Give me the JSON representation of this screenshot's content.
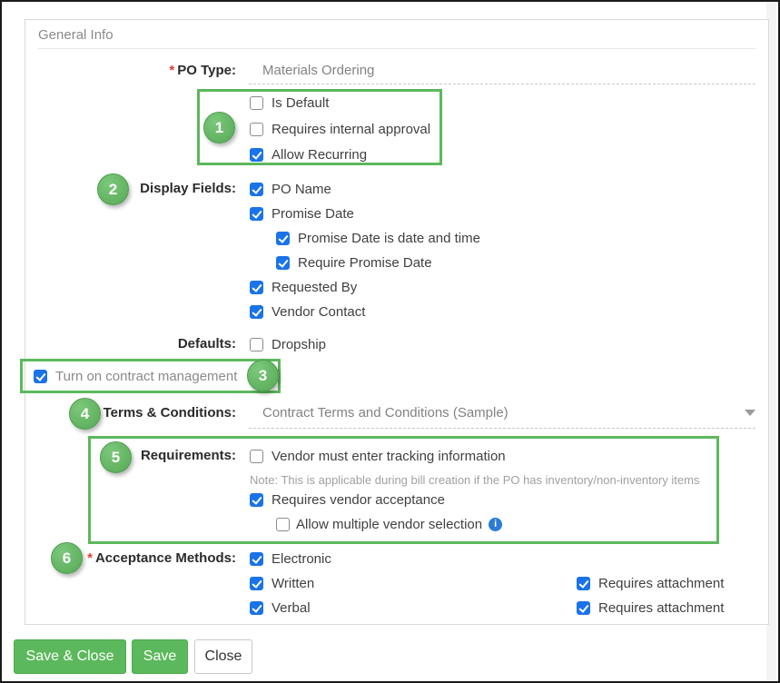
{
  "misc": {
    "required_marker": "*",
    "info_icon_glyph": "i"
  },
  "panel": {
    "title": "General Info"
  },
  "po_type": {
    "label": "PO Type:",
    "value": "Materials Ordering"
  },
  "group1": {
    "badge": "1",
    "items": [
      {
        "label": "Is Default",
        "checked": false
      },
      {
        "label": "Requires internal approval",
        "checked": false
      },
      {
        "label": "Allow Recurring",
        "checked": true
      }
    ]
  },
  "display_fields": {
    "badge": "2",
    "label": "Display Fields:",
    "items": [
      {
        "label": "PO Name",
        "checked": true
      },
      {
        "label": "Promise Date",
        "checked": true
      },
      {
        "label": "Promise Date is date and time",
        "checked": true
      },
      {
        "label": "Require Promise Date",
        "checked": true
      },
      {
        "label": "Requested By",
        "checked": true
      },
      {
        "label": "Vendor Contact",
        "checked": true
      }
    ]
  },
  "defaults": {
    "label": "Defaults:",
    "item": {
      "label": "Dropship",
      "checked": false
    }
  },
  "contract": {
    "badge": "3",
    "label": "Turn on contract management",
    "checked": true
  },
  "terms": {
    "badge": "4",
    "label": "Terms & Conditions:",
    "value": "Contract Terms and Conditions (Sample)"
  },
  "requirements": {
    "badge": "5",
    "label": "Requirements:",
    "tracking": {
      "label": "Vendor must enter tracking information",
      "checked": false
    },
    "note": "Note: This is applicable during bill creation if the PO has inventory/non-inventory items",
    "vendor_acceptance": {
      "label": "Requires vendor acceptance",
      "checked": true
    },
    "multi_vendor": {
      "label": "Allow multiple vendor selection",
      "checked": false
    }
  },
  "acceptance": {
    "badge": "6",
    "label": "Acceptance Methods:",
    "methods": [
      {
        "label": "Electronic",
        "checked": true
      },
      {
        "label": "Written",
        "checked": true
      },
      {
        "label": "Verbal",
        "checked": true
      }
    ],
    "attachments": [
      {
        "label": "Requires attachment",
        "checked": true
      },
      {
        "label": "Requires attachment",
        "checked": true
      }
    ]
  },
  "footer": {
    "save_close": "Save & Close",
    "save": "Save",
    "close": "Close"
  },
  "colors": {
    "accent_green": "#5cb85c",
    "checkbox_blue": "#1a73e8",
    "info_blue": "#2a7cd4",
    "required_red": "#e03c31"
  }
}
